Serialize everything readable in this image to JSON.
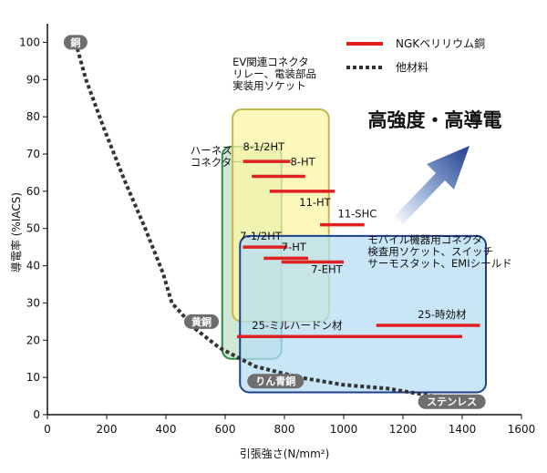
{
  "chart_data": {
    "type": "scatter",
    "xlabel": "引張強さ(N/mm²)",
    "ylabel": "導電率 (%IACS)",
    "xlim": [
      0,
      1600
    ],
    "ylim": [
      0,
      105
    ],
    "x_ticks": [
      0,
      200,
      400,
      600,
      800,
      1000,
      1200,
      1400,
      1600
    ],
    "y_ticks": [
      0,
      10,
      20,
      30,
      40,
      50,
      60,
      70,
      80,
      90,
      100
    ],
    "grid": false,
    "legend_position": "top-right",
    "legend": [
      {
        "label": "NGKベリリウム銅",
        "style": "solid",
        "color": "#e02020"
      },
      {
        "label": "他材料",
        "style": "dotted",
        "color": "#333333"
      }
    ],
    "other_material_curve": [
      [
        95,
        100
      ],
      [
        130,
        90
      ],
      [
        190,
        77
      ],
      [
        260,
        63
      ],
      [
        330,
        50
      ],
      [
        390,
        38
      ],
      [
        420,
        30
      ],
      [
        500,
        23
      ],
      [
        580,
        18
      ],
      [
        700,
        13
      ],
      [
        850,
        10
      ],
      [
        1000,
        8
      ],
      [
        1150,
        7
      ],
      [
        1300,
        5
      ],
      [
        1420,
        4
      ]
    ],
    "material_labels": [
      {
        "text": "銅",
        "x": 95,
        "y": 100
      },
      {
        "text": "黄銅",
        "x": 520,
        "y": 25
      },
      {
        "text": "りん青銅",
        "x": 770,
        "y": 9
      },
      {
        "text": "ステンレス",
        "x": 1365,
        "y": 3.5
      }
    ],
    "regions": [
      {
        "label": "ハーネス\nコネクター",
        "x": [
          590,
          790
        ],
        "y": [
          15,
          72
        ],
        "fill": "#c2e2c6",
        "stroke": "#2e8b4e"
      },
      {
        "label": "EV関連コネクタ\nリレー、電装部品\n実装用ソケット",
        "x": [
          625,
          950
        ],
        "y": [
          25,
          82
        ],
        "fill": "#fbf5a6",
        "stroke": "#c8b84a"
      },
      {
        "label": "モバイル機器用コネクタ\n検査用ソケット、スイッチ\nサーモスタット、EMIシールド",
        "x": [
          650,
          1480
        ],
        "y": [
          6,
          48
        ],
        "fill": "#b5ddf6",
        "stroke": "#1e3f8a"
      }
    ],
    "series": [
      {
        "name": "8-1/2HT",
        "x": [
          660,
          820
        ],
        "y": [
          68,
          68
        ]
      },
      {
        "name": "8-HT",
        "x": [
          690,
          870
        ],
        "y": [
          64,
          64
        ]
      },
      {
        "name": "11-HT",
        "x": [
          750,
          970
        ],
        "y": [
          60,
          60
        ]
      },
      {
        "name": "11-SHC",
        "x": [
          920,
          1070
        ],
        "y": [
          51,
          51
        ]
      },
      {
        "name": "7-1/2HT",
        "x": [
          660,
          810
        ],
        "y": [
          45,
          45
        ]
      },
      {
        "name": "7-HT",
        "x": [
          730,
          880
        ],
        "y": [
          42,
          42
        ]
      },
      {
        "name": "7-EHT",
        "x": [
          790,
          1000
        ],
        "y": [
          41,
          41
        ]
      },
      {
        "name": "25-ミルハードン材",
        "x": [
          640,
          1400
        ],
        "y": [
          21,
          21
        ]
      },
      {
        "name": "25-時効材",
        "x": [
          1110,
          1460
        ],
        "y": [
          24,
          24
        ]
      }
    ],
    "annotation": "高強度・高導電"
  }
}
